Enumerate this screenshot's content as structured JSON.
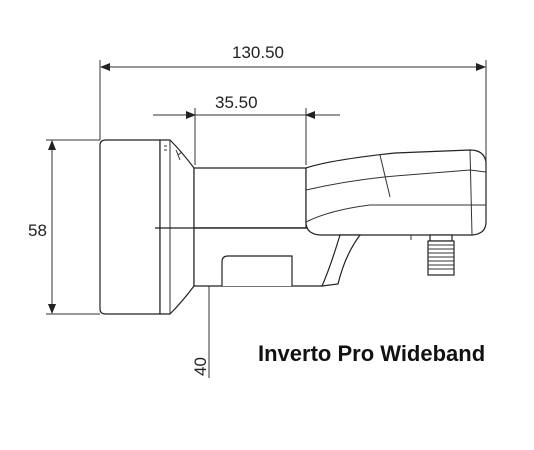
{
  "dimensions": {
    "overall_length": "130.50",
    "neck_length": "35.50",
    "head_diameter": "58",
    "neck_diameter": "40"
  },
  "product": {
    "name": "Inverto Pro Wideband"
  }
}
